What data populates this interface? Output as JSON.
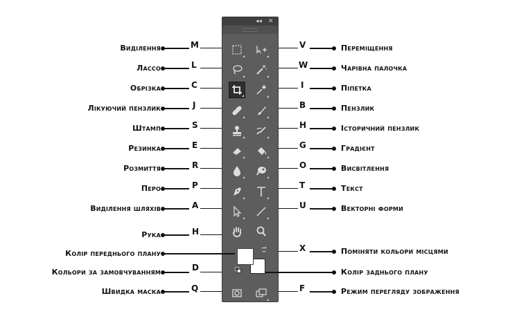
{
  "toolbar": {
    "title_buttons": [
      "◂◂",
      "✕"
    ],
    "tools_left": [
      {
        "name": "marquee",
        "icon": "rect-marquee-icon"
      },
      {
        "name": "lasso",
        "icon": "lasso-icon"
      },
      {
        "name": "crop",
        "icon": "crop-icon"
      },
      {
        "name": "healing-brush",
        "icon": "bandage-icon"
      },
      {
        "name": "clone-stamp",
        "icon": "stamp-icon"
      },
      {
        "name": "eraser",
        "icon": "eraser-icon"
      },
      {
        "name": "blur",
        "icon": "drop-icon"
      },
      {
        "name": "pen",
        "icon": "pen-icon"
      },
      {
        "name": "path-selection",
        "icon": "arrow-icon"
      },
      {
        "name": "hand",
        "icon": "hand-icon"
      }
    ],
    "tools_right": [
      {
        "name": "move",
        "icon": "move-icon"
      },
      {
        "name": "magic-wand",
        "icon": "wand-icon"
      },
      {
        "name": "eyedropper",
        "icon": "eyedropper-icon"
      },
      {
        "name": "brush",
        "icon": "brush-icon"
      },
      {
        "name": "history-brush",
        "icon": "history-brush-icon"
      },
      {
        "name": "gradient",
        "icon": "bucket-icon"
      },
      {
        "name": "dodge",
        "icon": "dodge-icon"
      },
      {
        "name": "type",
        "icon": "type-icon"
      },
      {
        "name": "shape",
        "icon": "line-icon"
      },
      {
        "name": "zoom",
        "icon": "magnifier-icon"
      }
    ],
    "foreground_color": "#ffffff",
    "background_color": "#ffffff"
  },
  "left_callouts": [
    {
      "label": "Виділення",
      "key": "M"
    },
    {
      "label": "Лассо",
      "key": "L"
    },
    {
      "label": "Обрізка",
      "key": "C"
    },
    {
      "label": "Лікуючий пензлик",
      "key": "J"
    },
    {
      "label": "Штамп",
      "key": "S"
    },
    {
      "label": "Резинка",
      "key": "E"
    },
    {
      "label": "Розмиття",
      "key": "R"
    },
    {
      "label": "Перо",
      "key": "P"
    },
    {
      "label": "Виділення шляхів",
      "key": "A"
    },
    {
      "label": "Рука",
      "key": "H"
    },
    {
      "label": "Колір переднього плану",
      "key": ""
    },
    {
      "label": "Кольори за замовчуванням",
      "key": "D"
    },
    {
      "label": "Швидка маска",
      "key": "Q"
    }
  ],
  "right_callouts": [
    {
      "label": "Переміщення",
      "key": "V"
    },
    {
      "label": "Чарівна палочка",
      "key": "W"
    },
    {
      "label": "Піпетка",
      "key": "I"
    },
    {
      "label": "Пензлик",
      "key": "B"
    },
    {
      "label": "Історичний пензлик",
      "key": "H"
    },
    {
      "label": "Градієнт",
      "key": "G"
    },
    {
      "label": "Висвітлення",
      "key": "O"
    },
    {
      "label": "Текст",
      "key": "T"
    },
    {
      "label": "Векторні форми",
      "key": "U"
    },
    {
      "label": "Поміняти кольори місцями",
      "key": "X"
    },
    {
      "label": "Колір заднього плану",
      "key": ""
    },
    {
      "label": "Режим перегляду зображення",
      "key": "F"
    }
  ]
}
